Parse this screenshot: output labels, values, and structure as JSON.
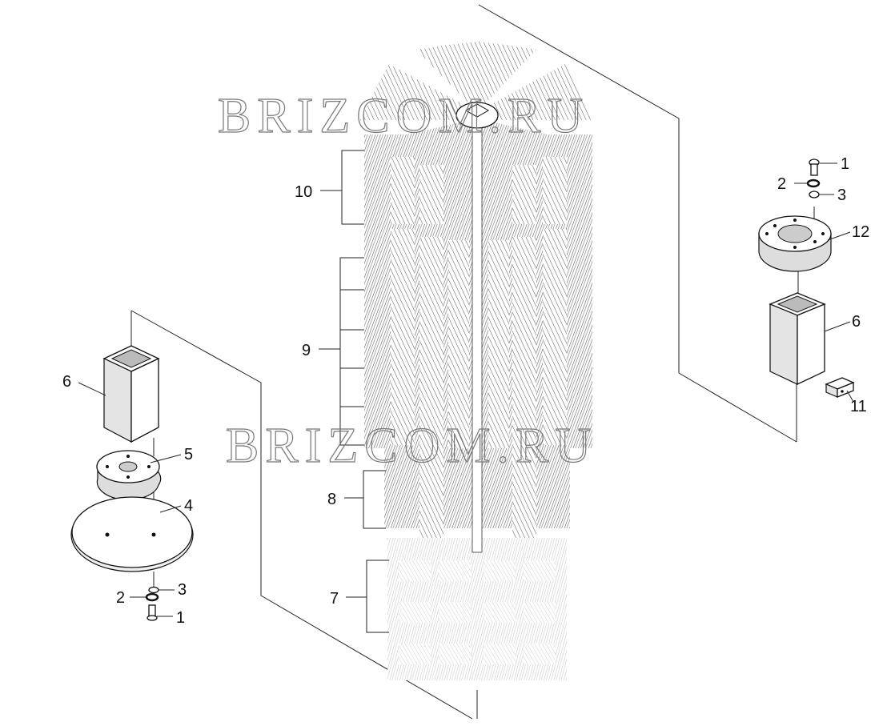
{
  "watermark": "BRIZCOM.RU",
  "labels": {
    "p10": "10",
    "p9": "9",
    "p8": "8",
    "p7": "7",
    "p6_left": "6",
    "p5": "5",
    "p4": "4",
    "p3_left": "3",
    "p2_left": "2",
    "p1_left": "1",
    "p1_right": "1",
    "p2_right": "2",
    "p3_right": "3",
    "p12": "12",
    "p6_right": "6",
    "p11": "11"
  },
  "colors": {
    "ink": "#111111",
    "bristle_dark": "#444444",
    "bristle_light": "#b8b8b8",
    "watermark": "#777777"
  }
}
